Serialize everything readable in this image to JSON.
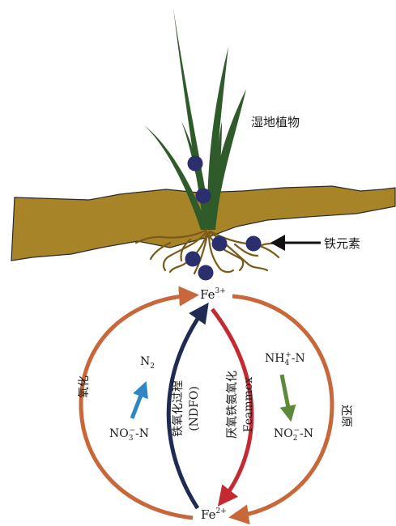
{
  "labels": {
    "plant": "湿地植物",
    "iron": "铁元素",
    "fe3": "Fe",
    "fe3_sup": "3+",
    "fe2": "Fe",
    "fe2_sup": "2+",
    "oxidation": "氧化",
    "reduction": "还原",
    "n2": "N",
    "n2_sub": "2",
    "no3_a": "NO",
    "no3_sub": "3",
    "no3_sup": "−",
    "no3_b": "-N",
    "nh4_a": "NH",
    "nh4_sub": "4",
    "nh4_sup": "+",
    "nh4_b": "-N",
    "no2_a": "NO",
    "no2_sub": "2",
    "no2_sup": "−",
    "no2_b": "-N",
    "ndfo_cn": "铁氧化过程",
    "ndfo_en": "(NDFO)",
    "feammox_cn": "厌氧铁氨氧化",
    "feammox_en": "Feammox"
  },
  "colors": {
    "soil": "#a88428",
    "leaf": "#2f5a2a",
    "root": "#7a5a18",
    "iron_dot": "#2b2f6e",
    "cycle_orange": "#c8683a",
    "ndfo_navy": "#1f2b55",
    "feammox_red": "#c42a32",
    "n2_blue": "#2f86c4",
    "nh4_green": "#5a8a3a",
    "pointer": "#111111"
  }
}
